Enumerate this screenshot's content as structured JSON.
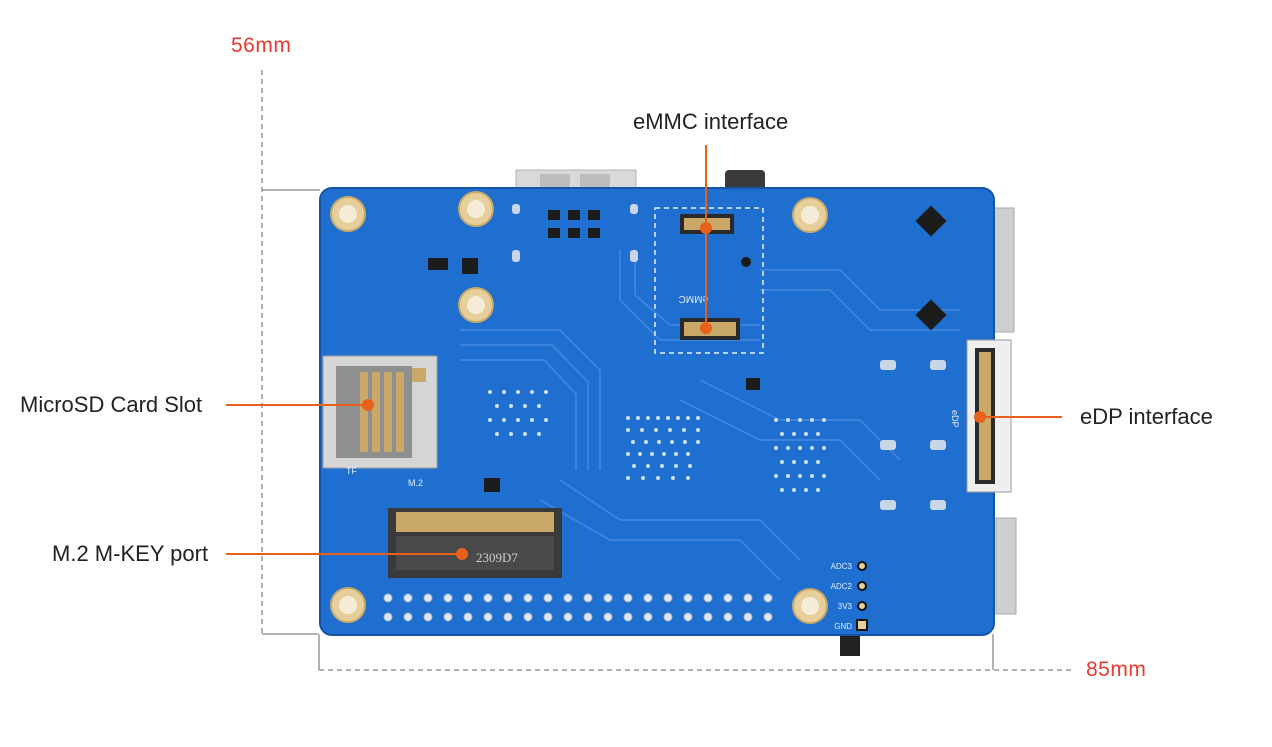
{
  "dimensions": {
    "height": "56mm",
    "width": "85mm"
  },
  "labels": {
    "emmc": "eMMC interface",
    "microsd": "MicroSD Card Slot",
    "m2": "M.2 M-KEY port",
    "edp": "eDP interface"
  },
  "silkscreen": {
    "m2_code": "2309D7",
    "m2_title": "M.2",
    "tf": "TF",
    "emmc": "eMMC",
    "edp": "eDP",
    "adc3": "ADC3",
    "adc2": "ADC2",
    "v33": "3V3",
    "gnd": "GND"
  },
  "colors": {
    "board": "#1f6fd1",
    "dimension": "#e8392f",
    "leader": "#e8611a"
  }
}
